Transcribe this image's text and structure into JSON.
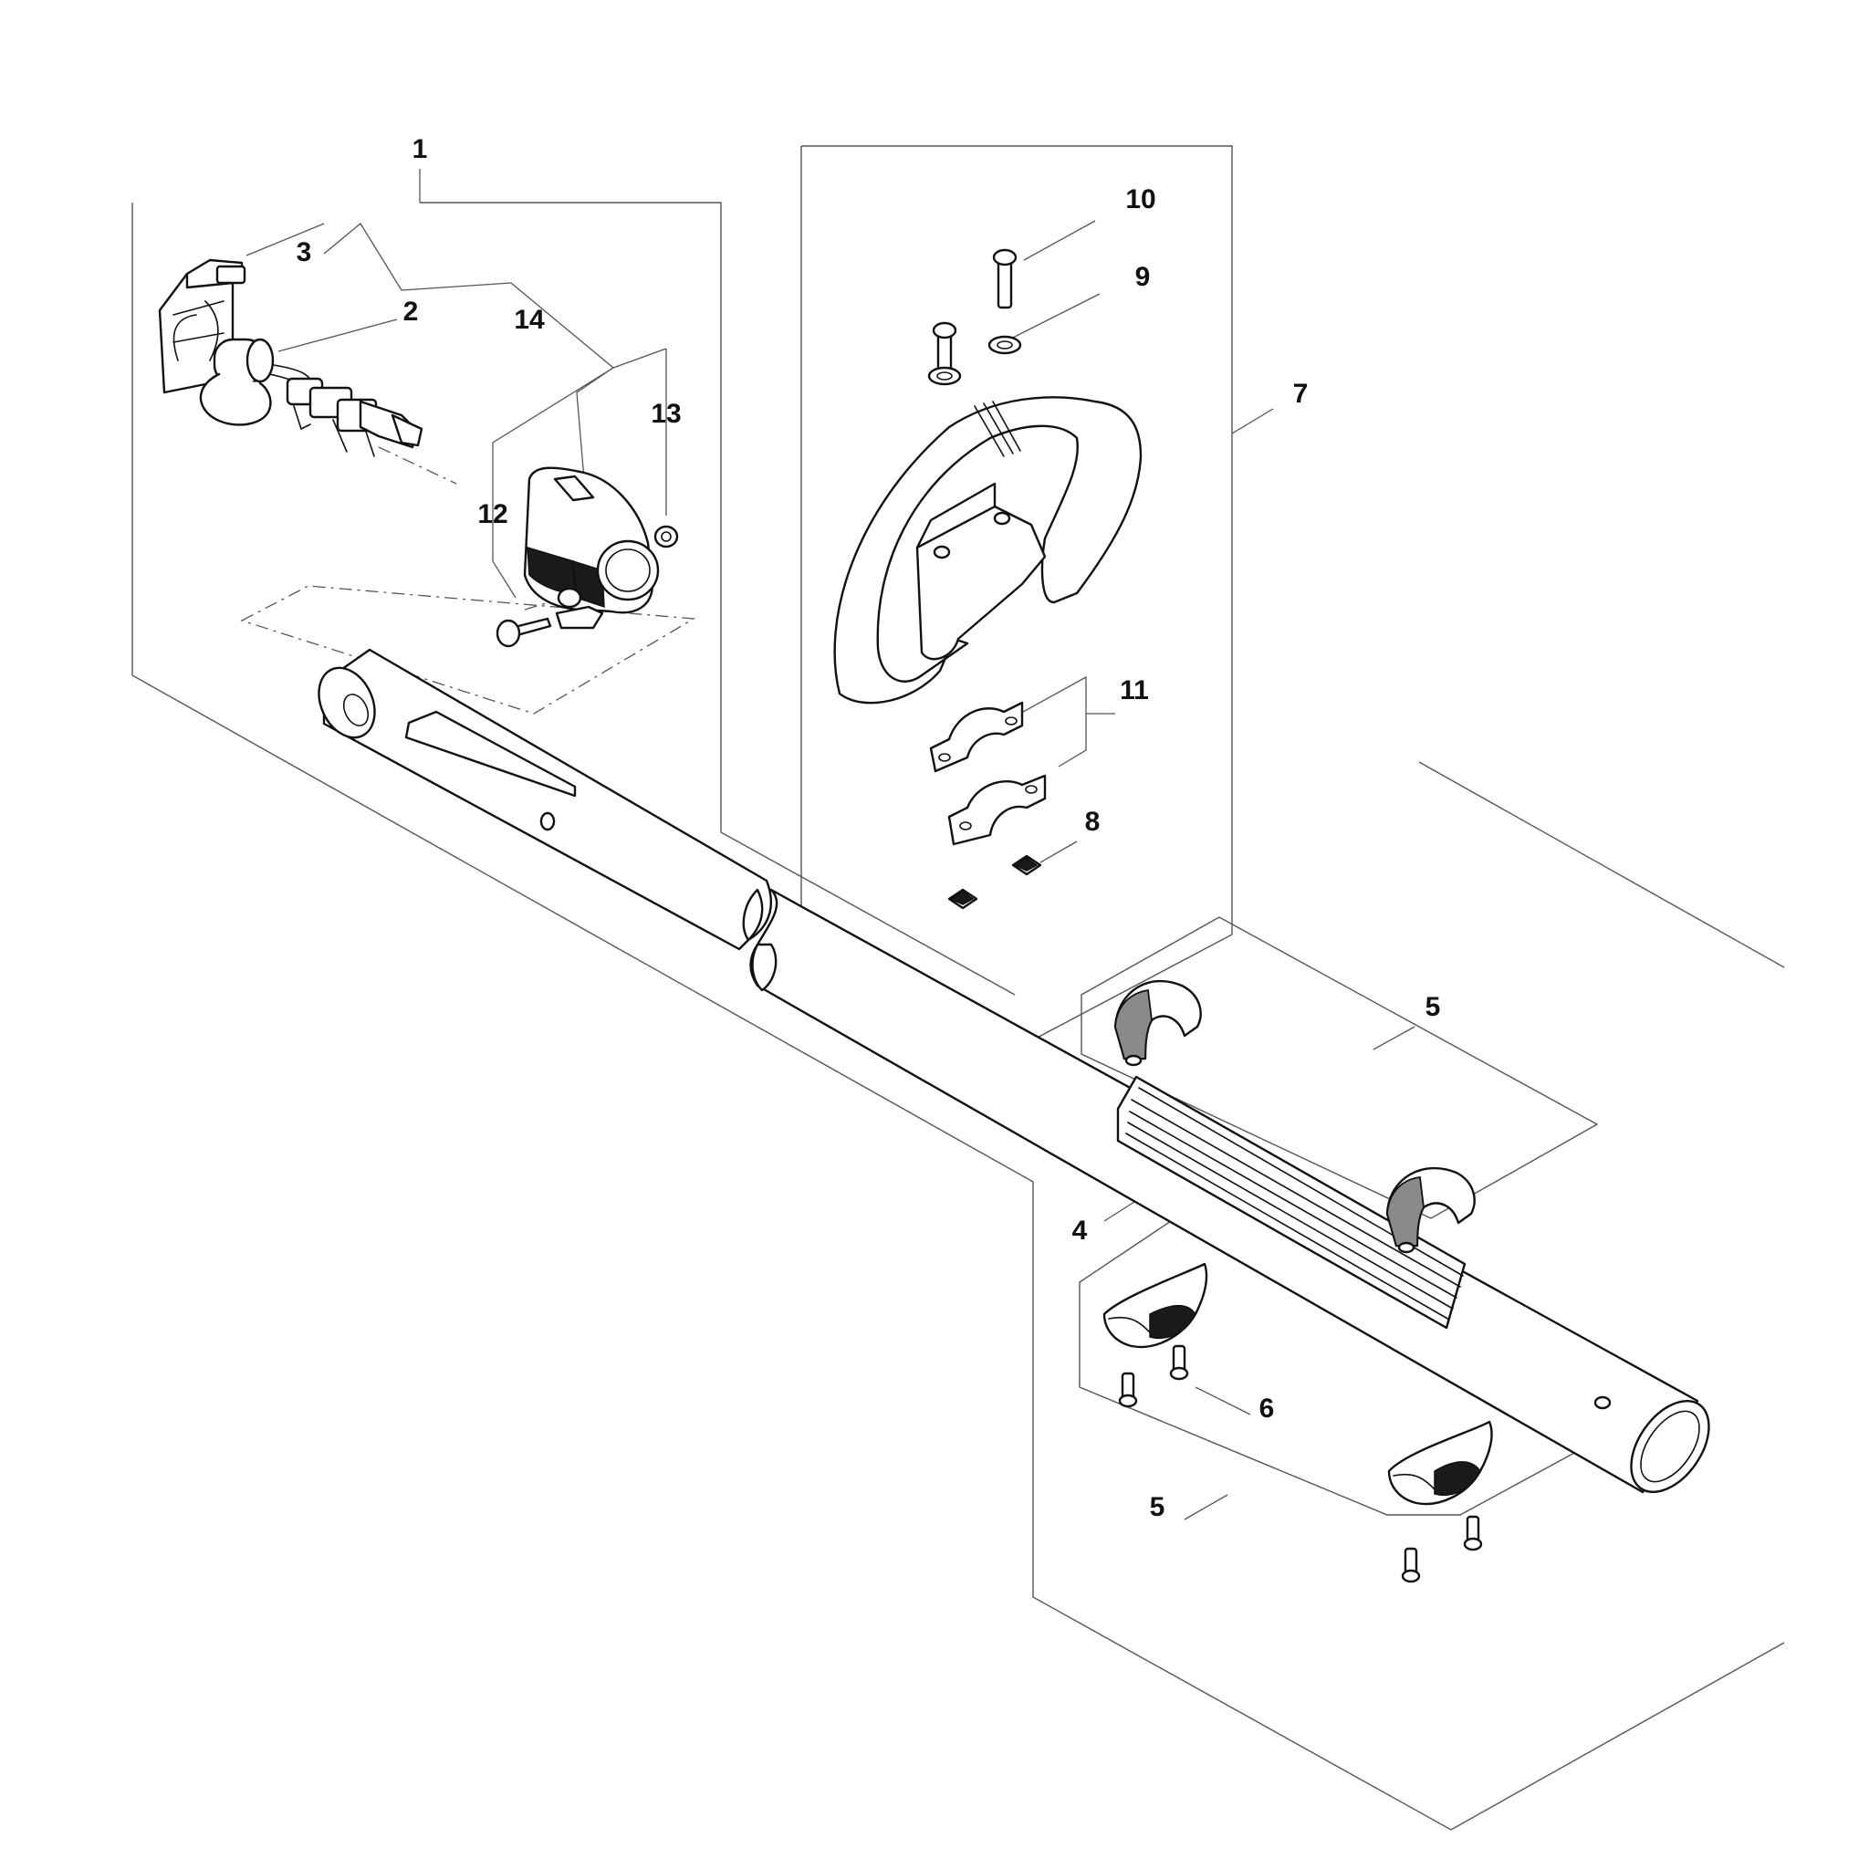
{
  "callouts": {
    "c1": "1",
    "c2": "2",
    "c3": "3",
    "c4": "4",
    "c5a": "5",
    "c5b": "5",
    "c6": "6",
    "c7": "7",
    "c8": "8",
    "c9": "9",
    "c10": "10",
    "c11": "11",
    "c12": "12",
    "c13": "13",
    "c14": "14"
  }
}
